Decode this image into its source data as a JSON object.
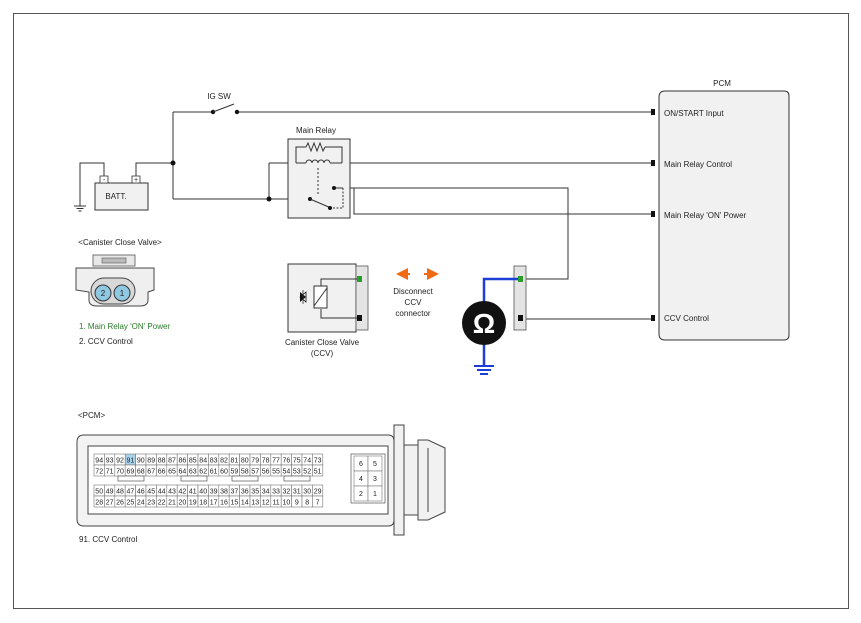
{
  "pcm": {
    "title": "PCM",
    "pins": [
      "ON/START Input",
      "Main Relay Control",
      "Main Relay 'ON' Power",
      "CCV Control"
    ]
  },
  "ig_sw": "IG SW",
  "main_relay": "Main Relay",
  "battery": {
    "label": "BATT.",
    "neg": "-",
    "pos": "+"
  },
  "ccv_connector": {
    "title": "<Canister Close Valve>",
    "pins": [
      "2",
      "1"
    ],
    "legend": [
      "1.   Main Relay 'ON' Power",
      "2.   CCV Control"
    ]
  },
  "ccv_component": {
    "line1": "Canister Close Valve",
    "line2": "(CCV)"
  },
  "disconnect": {
    "line1": "Disconnect",
    "line2": "CCV",
    "line3": "connector"
  },
  "ohm_symbol": "Ω",
  "pcm_connector": {
    "title": "<PCM>",
    "rows": [
      [
        "94",
        "93",
        "92",
        "91",
        "90",
        "89",
        "88",
        "87",
        "86",
        "85",
        "84",
        "83",
        "82",
        "81",
        "80",
        "79",
        "78",
        "77",
        "76",
        "75",
        "74",
        "73"
      ],
      [
        "72",
        "71",
        "70",
        "69",
        "68",
        "67",
        "66",
        "65",
        "64",
        "63",
        "62",
        "61",
        "60",
        "59",
        "58",
        "57",
        "56",
        "55",
        "54",
        "53",
        "52",
        "51"
      ],
      [
        "50",
        "49",
        "48",
        "47",
        "46",
        "45",
        "44",
        "43",
        "42",
        "41",
        "40",
        "39",
        "38",
        "37",
        "36",
        "35",
        "34",
        "33",
        "32",
        "31",
        "30",
        "29"
      ],
      [
        "28",
        "27",
        "26",
        "25",
        "24",
        "23",
        "22",
        "21",
        "20",
        "19",
        "18",
        "17",
        "16",
        "15",
        "14",
        "13",
        "12",
        "11",
        "10",
        "9",
        "8",
        "7"
      ]
    ],
    "small_rows": [
      [
        "6",
        "5"
      ],
      [
        "4",
        "3"
      ],
      [
        "2",
        "1"
      ]
    ],
    "highlight": "91",
    "caption": "91. CCV Control"
  },
  "colors": {
    "highlight": "#a9d3ec",
    "ground_wire": "#1d3fd6",
    "arrow": "#f06a14",
    "pin_green": "#2a9d2a",
    "legend_green": "#2a7d2a"
  }
}
